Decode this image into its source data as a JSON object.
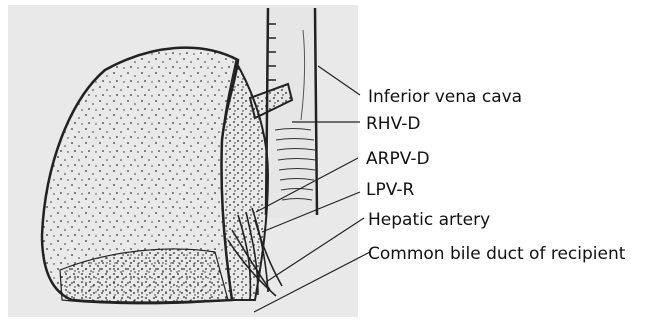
{
  "figure": {
    "labels": {
      "ivc": "Inferior vena cava",
      "rhv": "RHV-D",
      "arpv": "ARPV-D",
      "lpv": "LPV-R",
      "hepatic_artery": "Hepatic artery",
      "bile_duct": "Common bile duct of recipient"
    }
  },
  "colors": {
    "background": "#e9e9e9",
    "ink": "#222222",
    "organ_fill": "#f4f4f4"
  }
}
